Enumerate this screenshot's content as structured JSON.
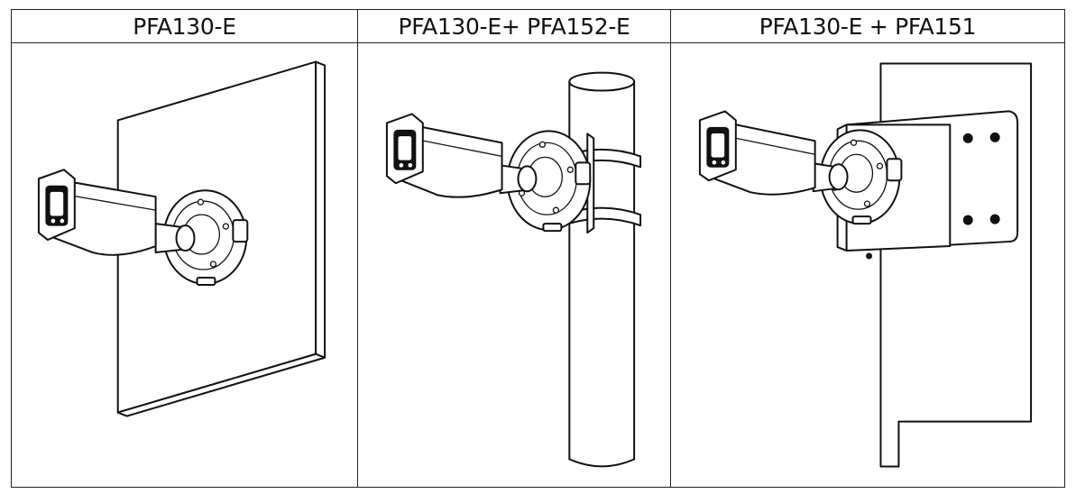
{
  "columns": [
    {
      "header": "PFA130-E",
      "scene": "wall mount"
    },
    {
      "header": "PFA130-E+ PFA152-E",
      "scene": "pole mount"
    },
    {
      "header": "PFA130-E + PFA151",
      "scene": "corner mount"
    }
  ]
}
